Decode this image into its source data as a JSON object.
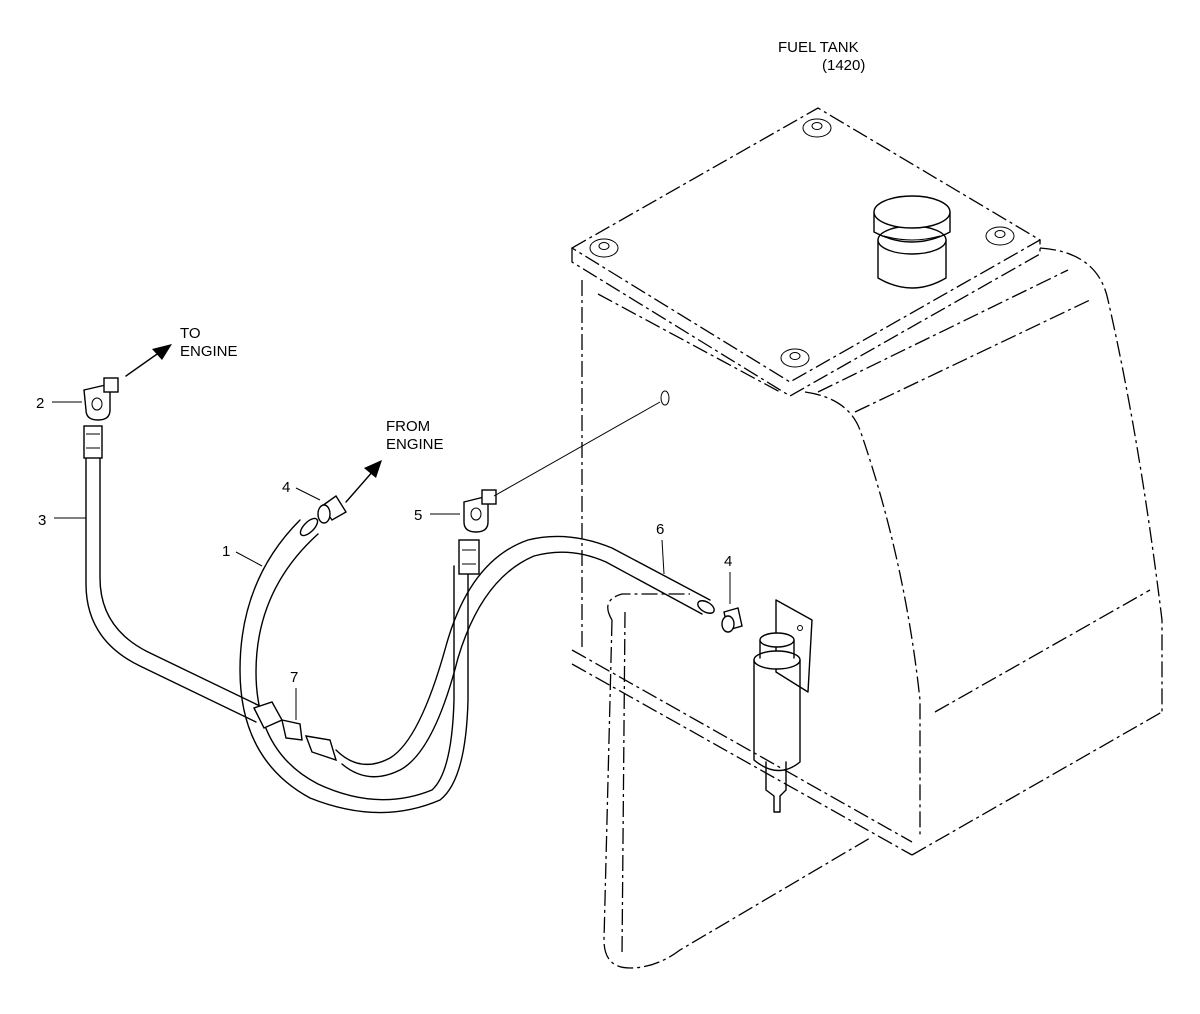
{
  "title": {
    "line1": "FUEL TANK",
    "line2": "(1420)"
  },
  "annotations": {
    "to_engine": [
      "TO",
      "ENGINE"
    ],
    "from_engine": [
      "FROM",
      "ENGINE"
    ]
  },
  "callouts": {
    "c1": "1",
    "c2": "2",
    "c3": "3",
    "c4a": "4",
    "c4b": "4",
    "c5": "5",
    "c6": "6",
    "c7": "7"
  }
}
